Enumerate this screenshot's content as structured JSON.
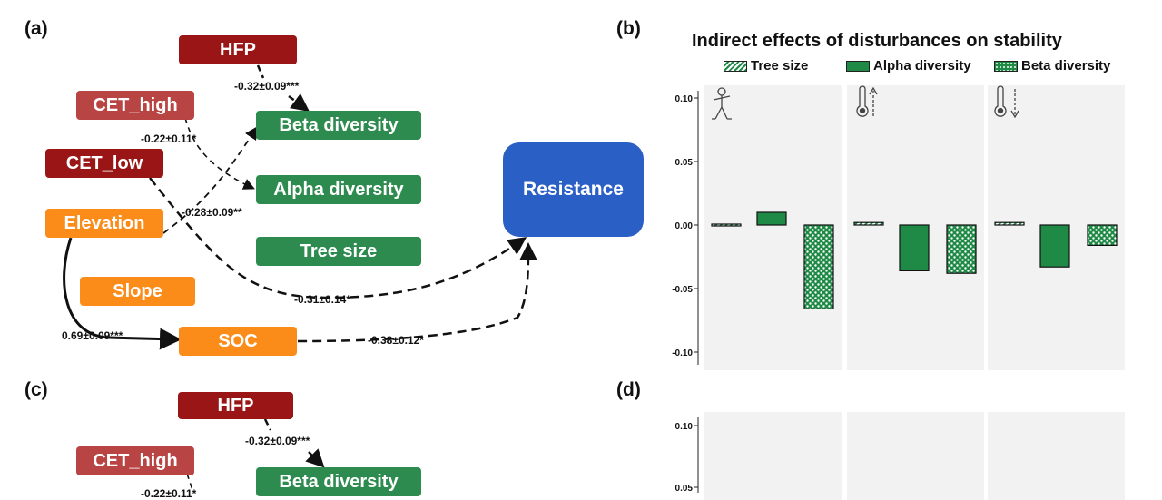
{
  "panels": {
    "a": "(a)",
    "b": "(b)",
    "c": "(c)",
    "d": "(d)"
  },
  "diagram_a": {
    "nodes": {
      "hfp": "HFP",
      "cet_high": "CET_high",
      "cet_low": "CET_low",
      "elevation": "Elevation",
      "slope": "Slope",
      "soc": "SOC",
      "beta": "Beta diversity",
      "alpha": "Alpha diversity",
      "tree": "Tree size",
      "resistance": "Resistance"
    },
    "coefficients": {
      "hfp_beta": "-0.32±0.09***",
      "cethigh_alpha": "-0.22±0.11*",
      "elev_beta": "-0.28±0.09**",
      "cetlow_res": "-0.31±0.14*",
      "elev_soc": "0.69±0.09***",
      "soc_res": "-0.38±0.12*"
    }
  },
  "diagram_c": {
    "nodes": {
      "hfp": "HFP",
      "cet_high": "CET_high",
      "beta": "Beta diversity"
    },
    "coefficients": {
      "hfp_beta": "-0.32±0.09***",
      "cethigh_alpha": "-0.22±0.11*"
    }
  },
  "chart_title": "Indirect effects of disturbances on stability",
  "legend": {
    "tree": "Tree size",
    "alpha": "Alpha diversity",
    "beta": "Beta diversity"
  },
  "colors": {
    "dark_red": "#9a1515",
    "red": "#b84444",
    "orange": "#fb8c1a",
    "green": "#2e8b4f",
    "blue": "#2a5fc6",
    "bar_green": "#1f8a46",
    "facet_bg": "#f2f2f2"
  },
  "icons": [
    "human-footprint-icon",
    "thermometer-high-icon",
    "thermometer-low-icon"
  ],
  "chart_data": [
    {
      "type": "bar",
      "panel": "b",
      "title": "Indirect effects of disturbances on stability",
      "ylim": [
        -0.11,
        0.11
      ],
      "yticks": [
        "0.10",
        "0.05",
        "0.00",
        "-0.05",
        "-0.10"
      ],
      "ytick_values": [
        0.1,
        0.05,
        0.0,
        -0.05,
        -0.1
      ],
      "facets": [
        "human-footprint-icon",
        "thermometer-high-icon",
        "thermometer-low-icon"
      ],
      "series": [
        {
          "name": "Tree size",
          "values": [
            0.0,
            0.002,
            0.002
          ]
        },
        {
          "name": "Alpha diversity",
          "values": [
            0.01,
            -0.036,
            -0.033
          ]
        },
        {
          "name": "Beta diversity",
          "values": [
            -0.066,
            -0.038,
            -0.016
          ]
        }
      ]
    },
    {
      "type": "bar",
      "panel": "d",
      "yticks": [
        "0.10",
        "0.05"
      ],
      "ytick_values": [
        0.1,
        0.05
      ]
    }
  ]
}
